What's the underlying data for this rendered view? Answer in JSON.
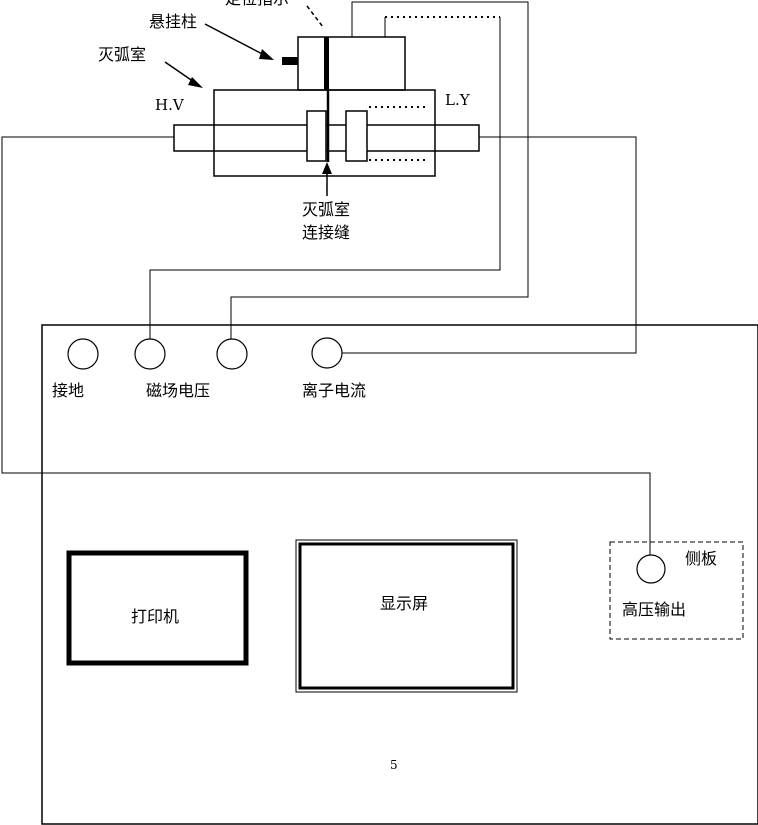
{
  "labels": {
    "positioning": "定位指示",
    "hanging_post": "悬挂柱",
    "arc_chamber": "灭弧室",
    "hv": "H.V",
    "ly": "L.Y",
    "seam_line1": "灭弧室",
    "seam_line2": "连接缝",
    "ground": "接地",
    "magnetic_voltage": "磁场电压",
    "ion_current": "离子电流",
    "side_panel": "侧板",
    "hv_output": "高压输出",
    "printer": "打印机",
    "display": "显示屏",
    "page_number": "5"
  },
  "colors": {
    "line": "#000000",
    "background": "#ffffff"
  }
}
